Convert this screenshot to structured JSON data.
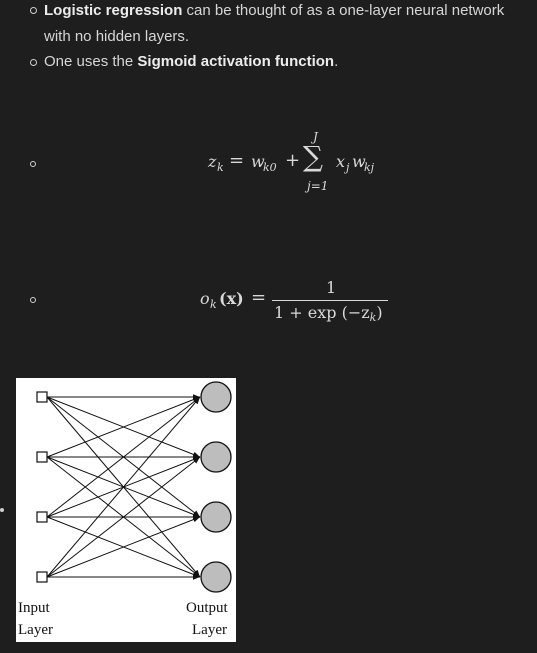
{
  "bullets": [
    {
      "bold": "Logistic regression",
      "text": " can be thought of as a one-layer neural network",
      "continuation": "with no hidden layers."
    },
    {
      "prefix": "One uses the ",
      "bold": "Sigmoid activation function",
      "suffix": "."
    }
  ],
  "equations": {
    "eq1": {
      "lhs": "z",
      "lhs_sub": "k",
      "eq": "=",
      "w0": "w",
      "w0_sub": "k0",
      "plus": "+",
      "sum": "∑",
      "sum_upper": "J",
      "sum_lower": "j=1",
      "x": "x",
      "x_sub": "j",
      "w": "w",
      "w_sub": "kj"
    },
    "eq2": {
      "lhs": "o",
      "lhs_sub": "k",
      "arg": "(x)",
      "eq": "=",
      "numerator": "1",
      "denominator": "1 + exp (−z",
      "denominator_sub": "k",
      "denominator_end": ")"
    }
  },
  "diagram": {
    "input_label_1": "Input",
    "input_label_2": "Layer",
    "output_label_1": "Output",
    "output_label_2": "Layer",
    "input_nodes": 4,
    "output_nodes": 4
  }
}
